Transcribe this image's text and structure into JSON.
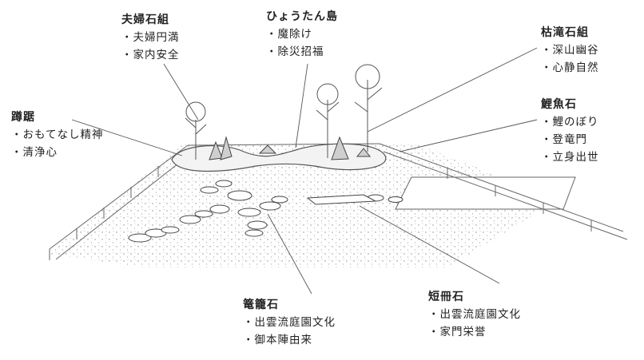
{
  "labels": {
    "fufu": {
      "title": "夫婦石組",
      "items": [
        "・夫婦円満",
        "・家内安全"
      ]
    },
    "hyotan": {
      "title": "ひょうたん島",
      "items": [
        "・魔除け",
        "・除災招福"
      ]
    },
    "karetaki": {
      "title": "枯滝石組",
      "items": [
        "・深山幽谷",
        "・心静自然"
      ]
    },
    "tsukubai": {
      "title": "蹲踞",
      "items": [
        "・おもてなし精神",
        "・清浄心"
      ]
    },
    "rigyo": {
      "title": "鯉魚石",
      "items": [
        "・鯉のぼり",
        "・登竜門",
        "・立身出世"
      ]
    },
    "kagoishi": {
      "title": "篭籠石",
      "items": [
        "・出雲流庭園文化",
        "・御本陣由来"
      ]
    },
    "tanzaku": {
      "title": "短冊石",
      "items": [
        "・出雲流庭園文化",
        "・家門栄誉"
      ]
    }
  },
  "colors": {
    "ink": "#222222",
    "line": "#555555",
    "gravel": "#9a9a9a",
    "paper": "#ffffff"
  }
}
